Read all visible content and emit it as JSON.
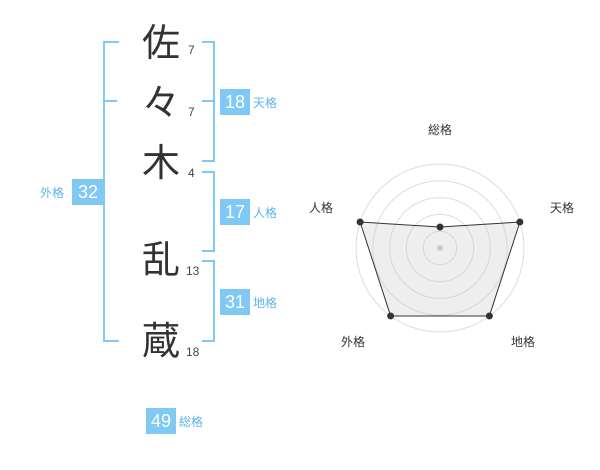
{
  "name": {
    "chars": [
      {
        "char": "佐",
        "strokes": "7"
      },
      {
        "char": "々",
        "strokes": "7"
      },
      {
        "char": "木",
        "strokes": "4"
      },
      {
        "char": "乱",
        "strokes": "13"
      },
      {
        "char": "蔵",
        "strokes": "18"
      }
    ]
  },
  "kakusu": {
    "tenkaku": {
      "value": "18",
      "label": "天格"
    },
    "jinkaku": {
      "value": "17",
      "label": "人格"
    },
    "chikaku": {
      "value": "31",
      "label": "地格"
    },
    "gaikaku": {
      "value": "32",
      "label": "外格"
    },
    "soukaku": {
      "value": "49",
      "label": "総格"
    }
  },
  "colors": {
    "accent": "#7fc9f4",
    "accent_text": "#5ab4ea",
    "text": "#333333"
  },
  "chart_data": {
    "type": "radar",
    "axes": [
      "総格",
      "天格",
      "地格",
      "外格",
      "人格"
    ],
    "max": 4,
    "values": [
      1,
      4,
      4,
      4,
      4
    ],
    "grid_rings": 5
  }
}
